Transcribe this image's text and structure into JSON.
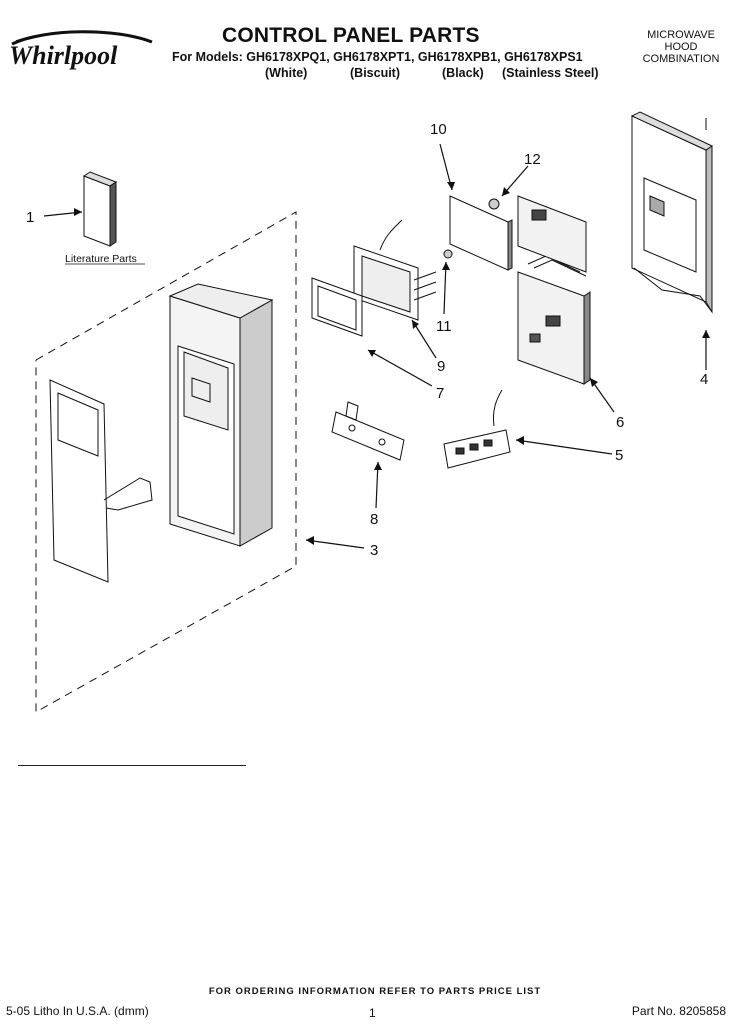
{
  "header": {
    "brand": "Whirlpool",
    "title": "CONTROL PANEL PARTS",
    "models_line": "For Models: GH6178XPQ1, GH6178XPT1, GH6178XPB1, GH6178XPS1",
    "colors": [
      "(White)",
      "(Biscuit)",
      "(Black)",
      "(Stainless Steel)"
    ],
    "product_type": [
      "MICROWAVE",
      "HOOD",
      "COMBINATION"
    ]
  },
  "diagram": {
    "literature_label": "Literature Parts",
    "callouts": [
      "1",
      "3",
      "4",
      "5",
      "6",
      "7",
      "8",
      "9",
      "10",
      "11",
      "12"
    ]
  },
  "footer": {
    "ordering_note": "FOR ORDERING INFORMATION REFER TO PARTS PRICE LIST",
    "litho": "5-05 Litho In U.S.A. (dmm)",
    "page": "1",
    "part_no": "Part No. 8205858"
  }
}
